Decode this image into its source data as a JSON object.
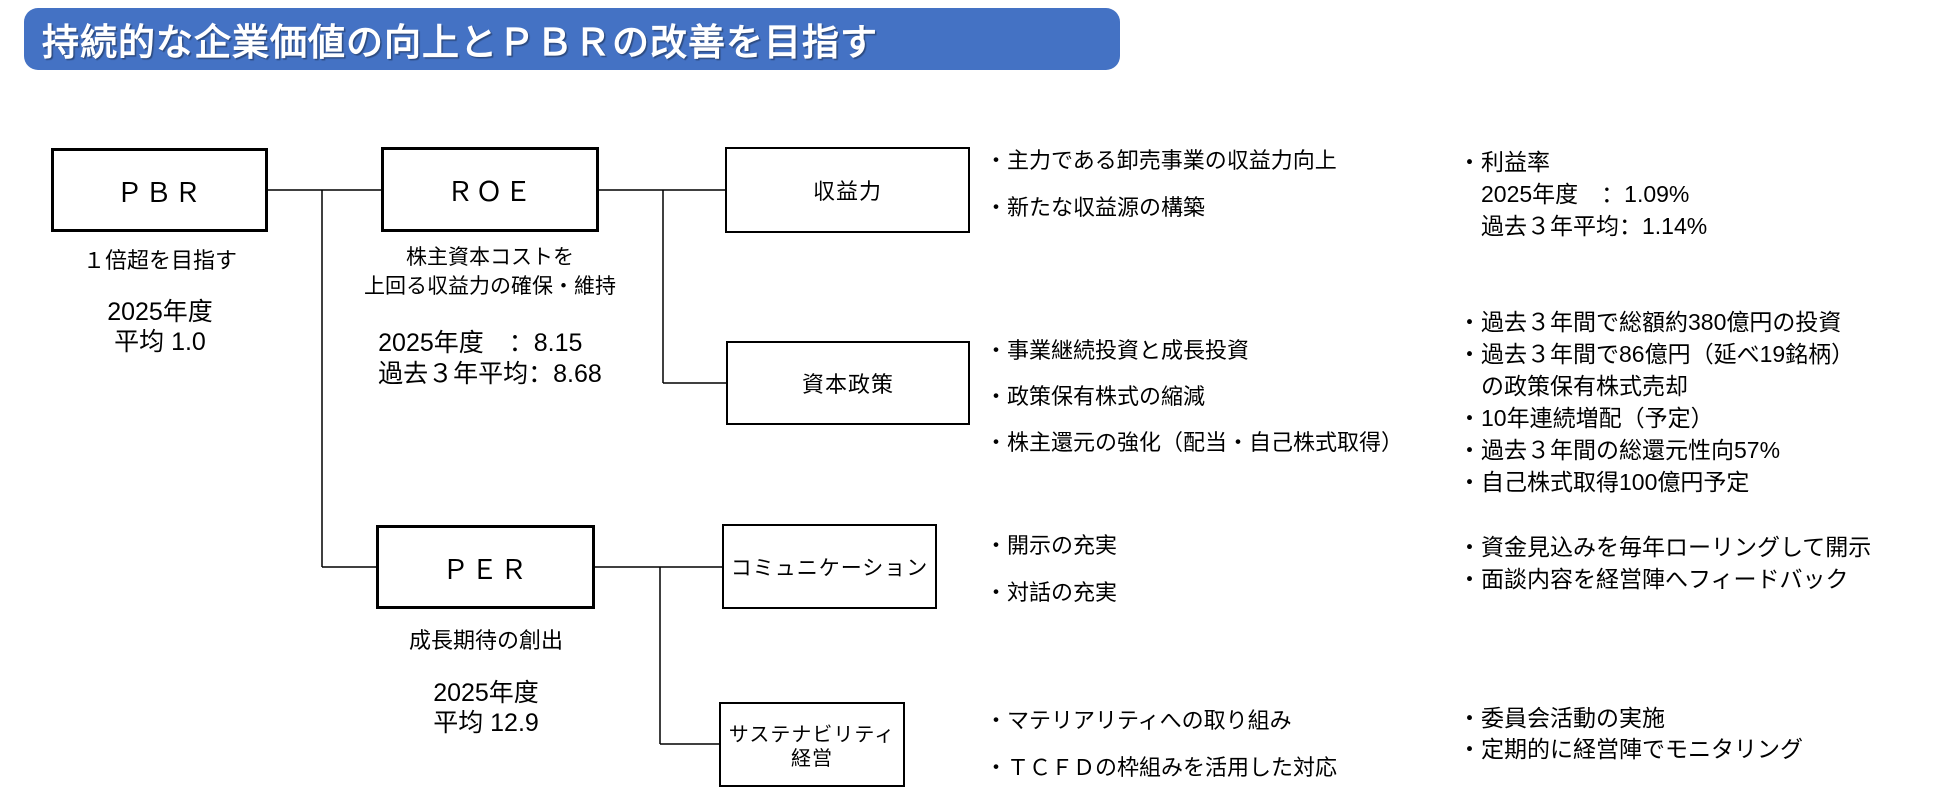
{
  "banner": {
    "title": "持続的な企業価値の向上とＰＢＲの改善を目指す"
  },
  "colors": {
    "banner_bg": "#4472C4",
    "banner_text": "#FFFFFF",
    "box_border": "#000000",
    "connector": "#000000",
    "background": "#FFFFFF"
  },
  "pbr": {
    "label": "ＰＢＲ",
    "goal": "１倍超を目指す",
    "stat1": "2025年度",
    "stat2": "平均 1.0"
  },
  "roe": {
    "label": "ＲＯＥ",
    "goal1": "株主資本コストを",
    "goal2": "上回る収益力の確保・維持",
    "stat1": "2025年度　：8.15",
    "stat2": "過去３年平均：8.68"
  },
  "per": {
    "label": "ＰＥＲ",
    "goal": "成長期待の創出",
    "stat1": "2025年度",
    "stat2": "平均 12.9"
  },
  "boxes": {
    "profit": "収益力",
    "capital": "資本政策",
    "comm": "コミュニケーション",
    "sus1": "サステナビリティ",
    "sus2": "経営"
  },
  "actions": {
    "profit": [
      "・主力である卸売事業の収益力向上",
      "・新たな収益源の構築"
    ],
    "capital": [
      "・事業継続投資と成長投資",
      "・政策保有株式の縮減",
      "・株主還元の強化（配当・自己株式取得）"
    ],
    "comm": [
      "・開示の充実",
      "・対話の充実"
    ],
    "sus": [
      "・マテリアリティへの取り組み",
      "・ＴＣＦＤの枠組みを活用した対応"
    ]
  },
  "results": {
    "profit": [
      "・利益率",
      "　2025年度　：1.09%",
      "　過去３年平均：1.14%"
    ],
    "capital": [
      "・過去３年間で総額約380億円の投資",
      "・過去３年間で86億円（延べ19銘柄）",
      "　の政策保有株式売却",
      "・10年連続増配（予定）",
      "・過去３年間の総還元性向57%",
      "・自己株式取得100億円予定"
    ],
    "comm": [
      "・資金見込みを毎年ローリングして開示",
      "・面談内容を経営陣へフィードバック"
    ],
    "sus": [
      "・委員会活動の実施",
      "・定期的に経営陣でモニタリング"
    ]
  }
}
